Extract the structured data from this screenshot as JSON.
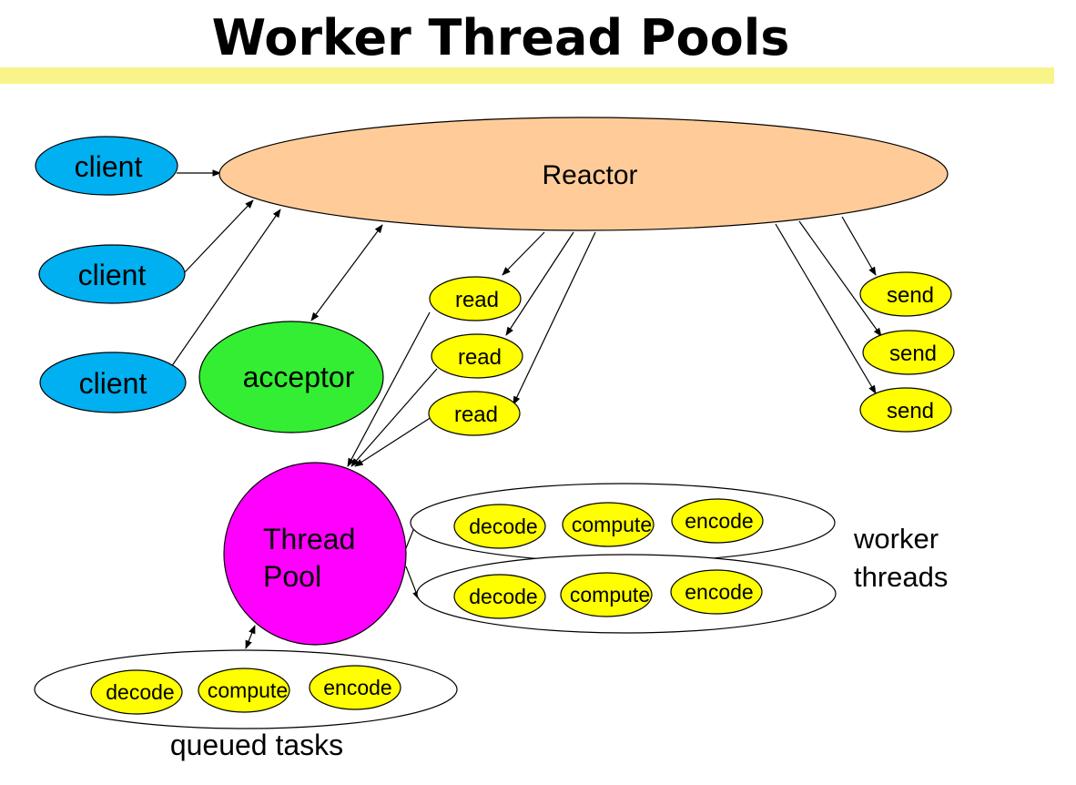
{
  "title": "Worker Thread Pools",
  "colors": {
    "title_bar": "#f8f48a",
    "reactor": "#ffcc99",
    "client": "#00b0f0",
    "acceptor": "#33ee33",
    "task": "#ffff00",
    "thread_pool": "#ff00ff",
    "outline": "#000000"
  },
  "diagram": {
    "reactor_label": "Reactor",
    "clients": [
      "client",
      "client",
      "client"
    ],
    "acceptor_label": "acceptor",
    "reads": [
      "read",
      "read",
      "read"
    ],
    "sends": [
      "send",
      "send",
      "send"
    ],
    "thread_pool_lines": [
      "Thread",
      "Pool"
    ],
    "worker_row_1": [
      "decode",
      "compute",
      "encode"
    ],
    "worker_row_2": [
      "decode",
      "compute",
      "encode"
    ],
    "queue_row": [
      "decode",
      "compute",
      "encode"
    ],
    "worker_threads_lines": [
      "worker",
      "threads"
    ],
    "queued_tasks_label": "queued tasks"
  }
}
